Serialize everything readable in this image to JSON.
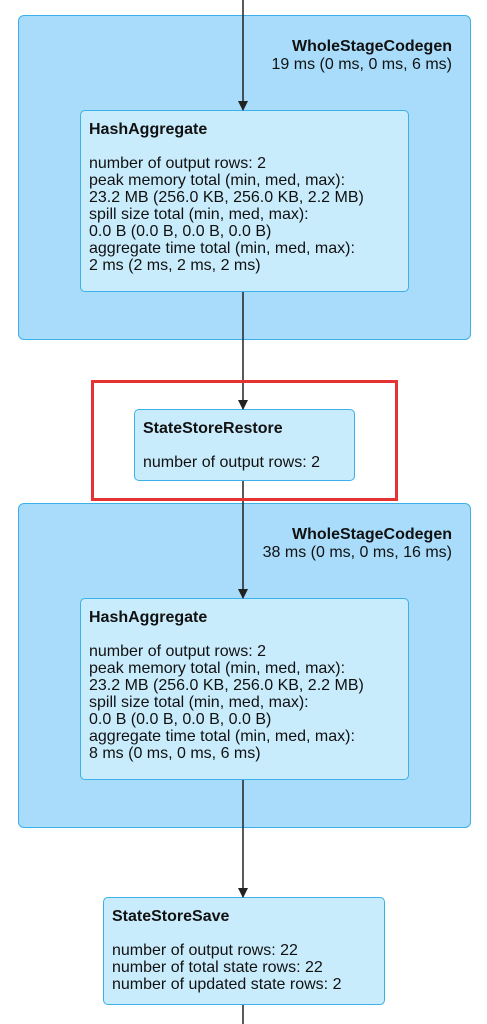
{
  "clusters": [
    {
      "name": "WholeStageCodegen",
      "metric": "19 ms (0 ms, 0 ms, 6 ms)"
    },
    {
      "name": "WholeStageCodegen",
      "metric": "38 ms (0 ms, 0 ms, 16 ms)"
    }
  ],
  "nodes": [
    {
      "title": "HashAggregate",
      "lines": [
        "number of output rows: 2",
        "peak memory total (min, med, max):",
        "23.2 MB (256.0 KB, 256.0 KB, 2.2 MB)",
        "spill size total (min, med, max):",
        "0.0 B (0.0 B, 0.0 B, 0.0 B)",
        "aggregate time total (min, med, max):",
        "2 ms (2 ms, 2 ms, 2 ms)"
      ]
    },
    {
      "title": "StateStoreRestore",
      "lines": [
        "number of output rows: 2"
      ]
    },
    {
      "title": "HashAggregate",
      "lines": [
        "number of output rows: 2",
        "peak memory total (min, med, max):",
        "23.2 MB (256.0 KB, 256.0 KB, 2.2 MB)",
        "spill size total (min, med, max):",
        "0.0 B (0.0 B, 0.0 B, 0.0 B)",
        "aggregate time total (min, med, max):",
        "8 ms (0 ms, 0 ms, 6 ms)"
      ]
    },
    {
      "title": "StateStoreSave",
      "lines": [
        "number of output rows: 22",
        "number of total state rows: 22",
        "number of updated state rows: 2"
      ]
    }
  ],
  "colors": {
    "cluster_fill": "#a8dcfa",
    "node_fill": "#c9ecfc",
    "border": "#3cb0e8",
    "highlight": "#e53232",
    "edge": "#222222"
  }
}
